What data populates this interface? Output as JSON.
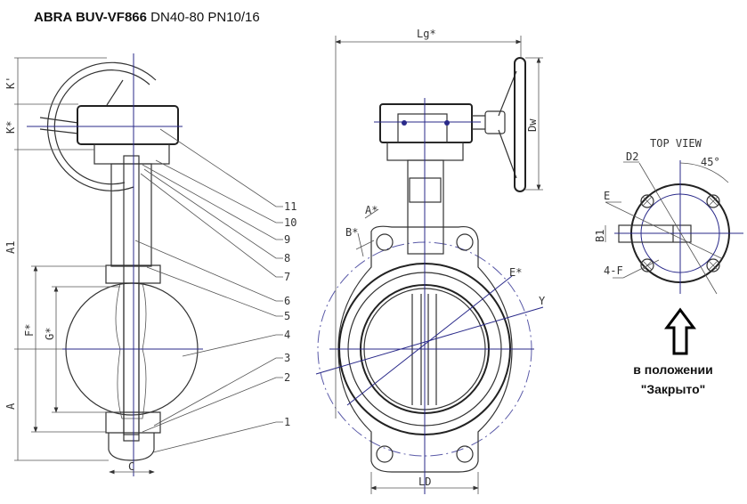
{
  "title_bold": "ABRA BUV-VF866",
  "title_rest": " DN40-80 PN10/16",
  "side_view": {
    "dims": {
      "k_prime": "K'",
      "k_star": "K*",
      "a1": "A1",
      "a": "A",
      "f_star": "F*",
      "g_star": "G*",
      "c": "C"
    },
    "part_numbers": [
      "11",
      "10",
      "9",
      "8",
      "7",
      "6",
      "5",
      "4",
      "3",
      "2",
      "1"
    ]
  },
  "front_view": {
    "dims": {
      "lg": "Lg*",
      "dw": "Dw",
      "a_star": "A*",
      "b_star": "B*",
      "e_star": "E*",
      "y": "Y",
      "ld": "LD"
    }
  },
  "top_view": {
    "title": "TOP VIEW",
    "dims": {
      "d2": "D2",
      "angle": "45°",
      "e": "E",
      "b1": "B1",
      "holes": "4-F"
    },
    "caption_line1": "в положении",
    "caption_line2": "\"Закрыто\""
  },
  "colors": {
    "centerline": "#2a2a8a",
    "line": "#333333"
  }
}
